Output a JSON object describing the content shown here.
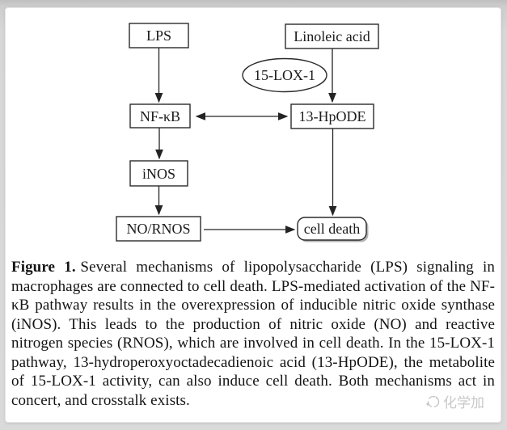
{
  "page": {
    "background_color": "#d7d7d7",
    "card_color": "#ffffff",
    "line_color": "#242424"
  },
  "diagram": {
    "nodes": [
      {
        "id": "lps",
        "label": "LPS",
        "shape": "rect"
      },
      {
        "id": "linoleic-acid",
        "label": "Linoleic acid",
        "shape": "rect"
      },
      {
        "id": "15-lox-1",
        "label": "15-LOX-1",
        "shape": "ellipse"
      },
      {
        "id": "nf-kb",
        "label": "NF-κB",
        "shape": "rect"
      },
      {
        "id": "13-hpode",
        "label": "13-HpODE",
        "shape": "rect"
      },
      {
        "id": "inos",
        "label": "iNOS",
        "shape": "rect"
      },
      {
        "id": "no-rnos",
        "label": "NO/RNOS",
        "shape": "rect"
      },
      {
        "id": "cell-death",
        "label": "cell death",
        "shape": "rounded-rect"
      }
    ],
    "edges": [
      {
        "from": "LPS",
        "to": "NF-κB",
        "type": "arrow"
      },
      {
        "from": "Linoleic acid",
        "to": "13-HpODE",
        "type": "arrow",
        "via": "15-LOX-1"
      },
      {
        "from": "NF-κB",
        "to": "13-HpODE",
        "type": "double-arrow"
      },
      {
        "from": "NF-κB",
        "to": "iNOS",
        "type": "arrow"
      },
      {
        "from": "iNOS",
        "to": "NO/RNOS",
        "type": "arrow"
      },
      {
        "from": "13-HpODE",
        "to": "cell death",
        "type": "arrow"
      },
      {
        "from": "NO/RNOS",
        "to": "cell death",
        "type": "arrow"
      }
    ]
  },
  "caption": {
    "label": "Figure 1.",
    "text": "Several mechanisms of lipopolysaccharide (LPS) signaling in macrophages are connected to cell death. LPS-mediated activation of the NF-κB pathway results in the overexpression of inducible nitric oxide synthase (iNOS). This leads to the production of nitric oxide (NO) and reactive nitrogen species (RNOS), which are involved in cell death. In the 15-LOX-1 pathway, 13-hydroperoxyoctadecadienoic acid (13-HpODE), the metabolite of 15-LOX-1 activity, can also induce cell death. Both mechanisms act in concert, and crosstalk exists."
  },
  "watermark": {
    "text": "化学加"
  }
}
